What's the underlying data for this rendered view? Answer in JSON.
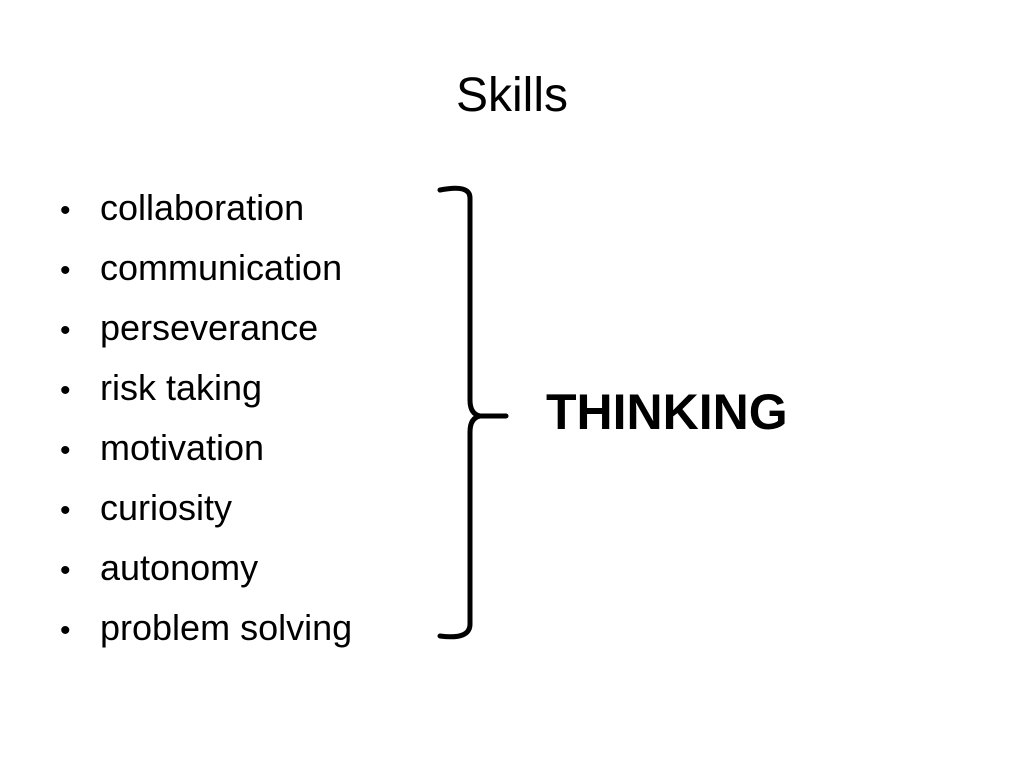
{
  "slide": {
    "title": "Skills",
    "bullets": [
      "collaboration",
      "communication",
      "perseverance",
      "risk taking",
      "motivation",
      "curiosity",
      "autonomy",
      "problem solving"
    ],
    "bullet_glyph": "•",
    "grouped_label": "THINKING"
  }
}
